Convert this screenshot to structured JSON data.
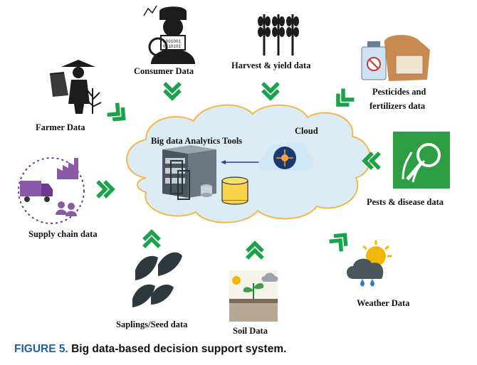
{
  "labels": {
    "consumer": "Consumer Data",
    "harvest": "Harvest & yield data",
    "pesticides_line1": "Pesticides and",
    "pesticides_line2": "fertilizers data",
    "farmer": "Farmer Data",
    "cloud": "Cloud",
    "big_data_tools": "Big data Analytics Tools",
    "pests": "Pests & disease data",
    "supply": "Supply chain data",
    "weather": "Weather Data",
    "saplings": "Saplings/Seed data",
    "soil": "Soil Data"
  },
  "caption": {
    "figure": "FIGURE 5.",
    "text": "Big data-based decision support system."
  },
  "colors": {
    "arrow": "#1aa34a",
    "cloud_fill": "#dcecf6",
    "cloud_stroke": "#f2b84b",
    "pests_bg": "#2e9e45",
    "figure_blue": "#1f5fa8"
  },
  "icons": [
    "consumer-icon",
    "harvest-icon",
    "pesticides-icon",
    "farmer-icon",
    "pests-icon",
    "supply-chain-icon",
    "weather-icon",
    "saplings-icon",
    "soil-icon",
    "server-icon",
    "database-icon",
    "brain-chip-icon"
  ]
}
